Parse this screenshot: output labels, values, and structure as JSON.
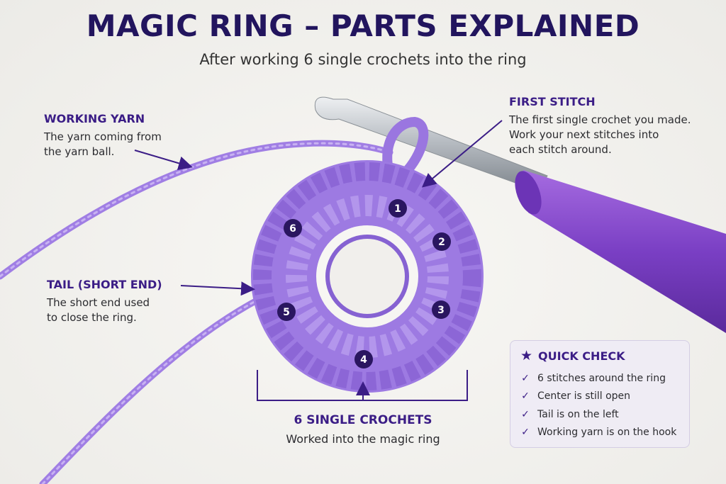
{
  "title": "MAGIC RING – PARTS EXPLAINED",
  "subtitle": "After working 6 single crochets into the ring",
  "labels": {
    "working_yarn": {
      "heading": "WORKING YARN",
      "desc_line1": "The yarn coming from",
      "desc_line2": "the yarn ball."
    },
    "first_stitch": {
      "heading": "FIRST STITCH",
      "desc_line1": "The first single crochet you made.",
      "desc_line2": "Work your next stitches into",
      "desc_line3": "each stitch around."
    },
    "tail": {
      "heading": "TAIL (SHORT END)",
      "desc_line1": "The short end used",
      "desc_line2": "to close the ring."
    },
    "six_sc": {
      "heading": "6 SINGLE CROCHETS",
      "desc": "Worked into the magic ring"
    }
  },
  "stitch_numbers": [
    "1",
    "2",
    "3",
    "4",
    "5",
    "6"
  ],
  "quick_check": {
    "heading": "QUICK CHECK",
    "items": [
      "6 stitches around the ring",
      "Center is still open",
      "Tail is on the left",
      "Working yarn is on the hook"
    ]
  },
  "colors": {
    "title": "#22155e",
    "accent": "#3b1d86",
    "yarn": "#a07ee4",
    "hook_handle": "#7a3fc4"
  },
  "icons": {
    "quick_check": "star-icon",
    "items": "check-icon"
  }
}
